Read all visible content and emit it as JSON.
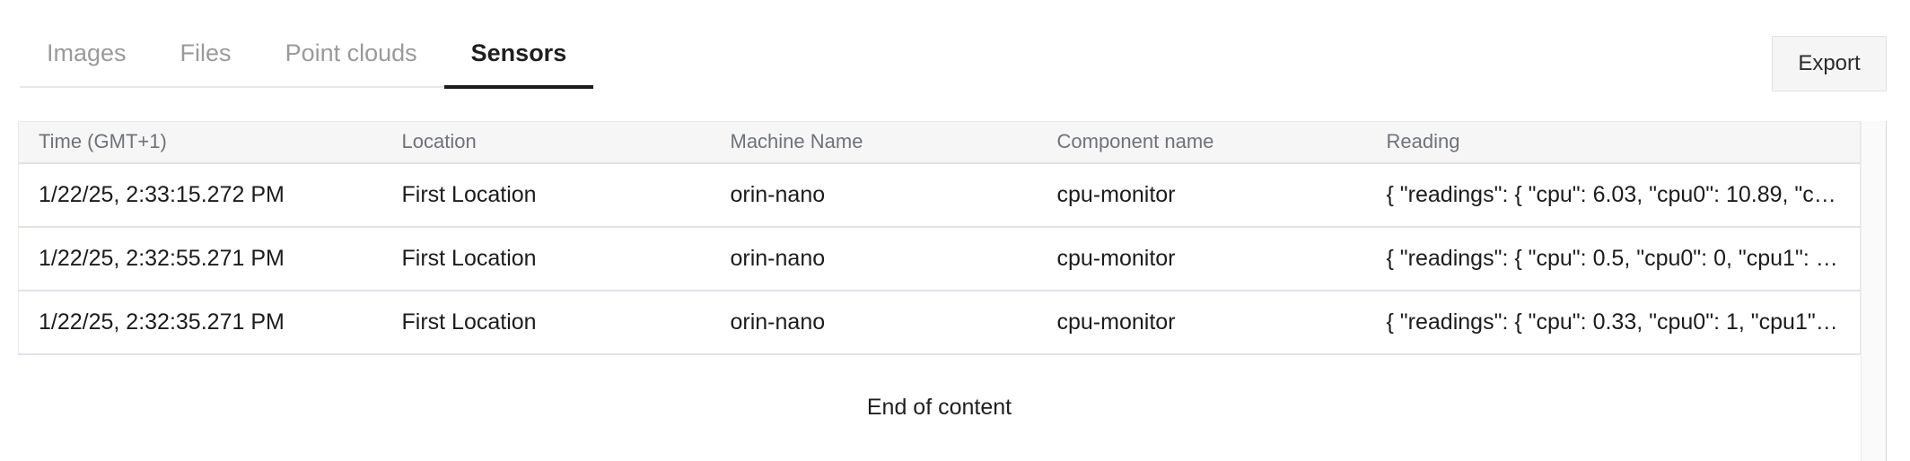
{
  "tabs": {
    "items": [
      {
        "label": "Images",
        "active": false
      },
      {
        "label": "Files",
        "active": false
      },
      {
        "label": "Point clouds",
        "active": false
      },
      {
        "label": "Sensors",
        "active": true
      }
    ]
  },
  "toolbar": {
    "export_label": "Export"
  },
  "table": {
    "columns": [
      "Time (GMT+1)",
      "Location",
      "Machine Name",
      "Component name",
      "Reading"
    ],
    "rows": [
      {
        "time": "1/22/25, 2:33:15.272 PM",
        "location": "First Location",
        "machine": "orin-nano",
        "component": "cpu-monitor",
        "reading": "{ \"readings\": { \"cpu\": 6.03, \"cpu0\": 10.89, \"c…"
      },
      {
        "time": "1/22/25, 2:32:55.271 PM",
        "location": "First Location",
        "machine": "orin-nano",
        "component": "cpu-monitor",
        "reading": "{ \"readings\": { \"cpu\": 0.5, \"cpu0\": 0, \"cpu1\": …"
      },
      {
        "time": "1/22/25, 2:32:35.271 PM",
        "location": "First Location",
        "machine": "orin-nano",
        "component": "cpu-monitor",
        "reading": "{ \"readings\": { \"cpu\": 0.33, \"cpu0\": 1, \"cpu1\"…"
      }
    ]
  },
  "footer": {
    "end_message": "End of content"
  },
  "colors": {
    "active_tab": "#1c1c1c",
    "inactive_tab": "#9a9a9a",
    "header_bg": "#f6f6f7",
    "divider": "#e0e3e8",
    "button_bg": "#f5f5f5"
  }
}
